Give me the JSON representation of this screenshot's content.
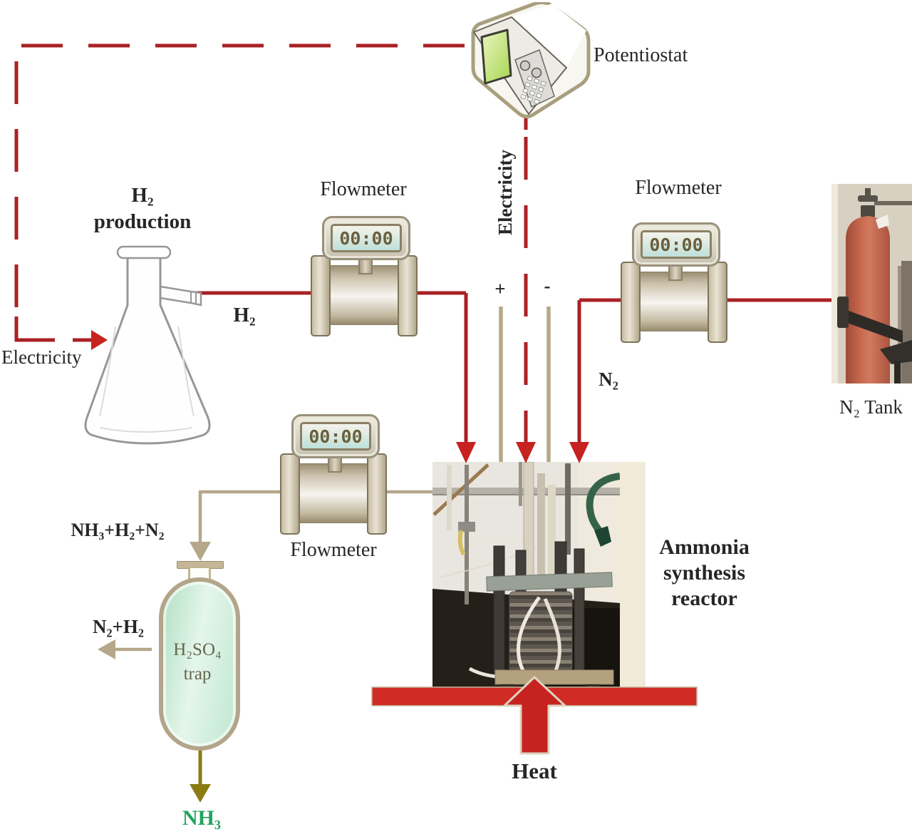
{
  "diagram": {
    "potentiostat": {
      "label": "Potentiostat"
    },
    "h2_production": {
      "line1": "H₂",
      "line2": "production"
    },
    "flowmeter_h2": {
      "label": "Flowmeter",
      "display": "00:00"
    },
    "flowmeter_n2": {
      "label": "Flowmeter",
      "display": "00:00"
    },
    "flowmeter_product": {
      "label": "Flowmeter",
      "display": "00:00"
    },
    "n2_tank": {
      "label": "N₂ Tank"
    },
    "reactor": {
      "line1": "Ammonia",
      "line2": "synthesis",
      "line3": "reactor"
    },
    "trap": {
      "line1": "H₂SO₄",
      "line2": "trap"
    },
    "heat": {
      "label": "Heat"
    },
    "streams": {
      "electricity_left": "Electricity",
      "electricity_center": "Electricity",
      "h2": "H₂",
      "n2": "N₂",
      "plus": "+",
      "minus": "-",
      "product_mix": "NH₃+H₂+N₂",
      "offgas": "N₂+H₂",
      "nh3": "NH₃"
    },
    "colors": {
      "line_red": "#a92125",
      "arrow_red": "#c62320",
      "heat_red": "#d02b25",
      "tan_line": "#b5a789",
      "olive_arrow": "#8a7c12",
      "nh3_green": "#21a45d"
    }
  }
}
